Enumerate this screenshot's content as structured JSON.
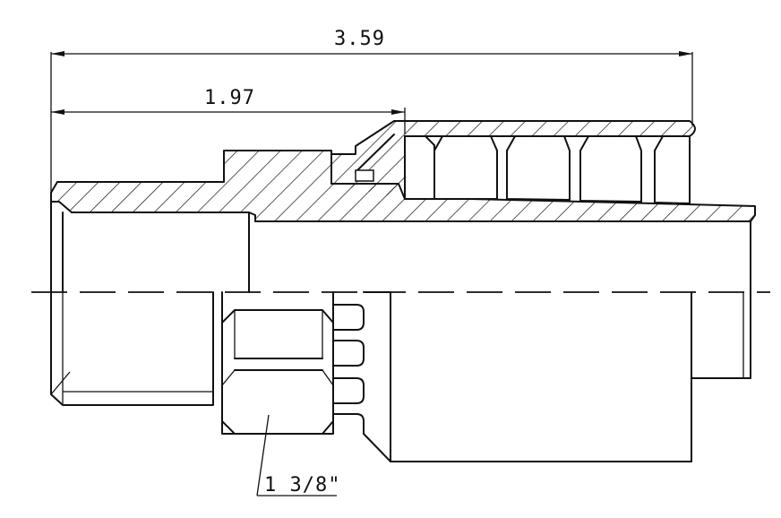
{
  "drawing": {
    "dimensions": {
      "overall_length": "3.59",
      "thread_length": "1.97",
      "hex_size": "1 3/8\""
    }
  }
}
